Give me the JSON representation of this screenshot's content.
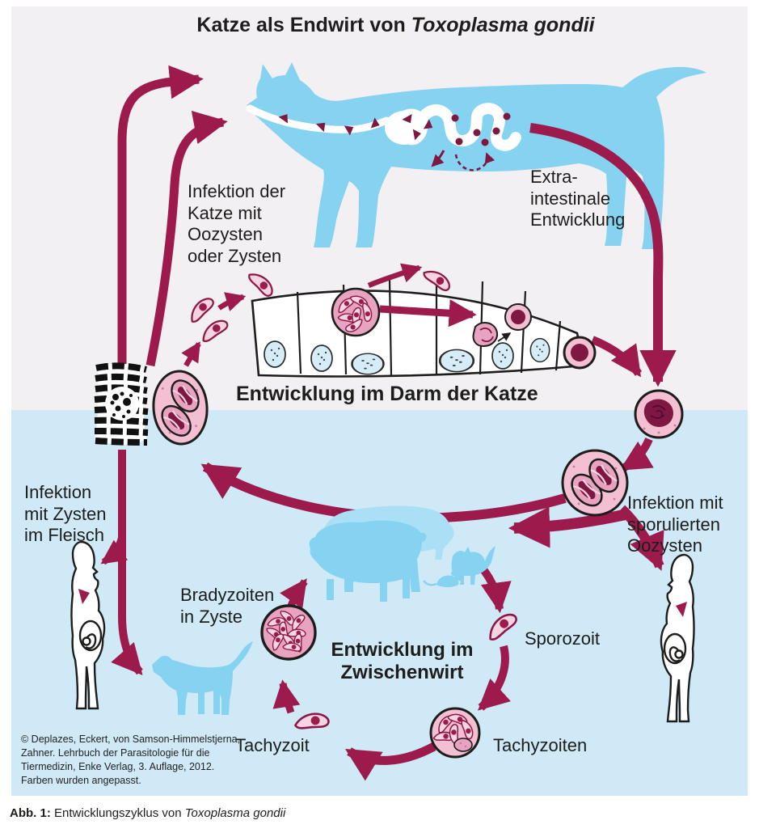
{
  "colors": {
    "arrow_maroon": "#9c1a4c",
    "dark_maroon": "#7e1742",
    "parasite_pink": "#f2c0d2",
    "parasite_pink_deep": "#e7a3bf",
    "host_blue": "#85d2f1",
    "host_blue_light": "#abdff5",
    "bg_top": "#f2f0f3",
    "bg_bottom": "#cfe9f6",
    "cell_nucleus_blue": "#d6edf8",
    "ink": "#1d1d1b"
  },
  "title": {
    "line1": "Katze als Endwirt von",
    "line2": "Toxoplasma gondii"
  },
  "labels": {
    "infektion_katze": [
      "Infektion der",
      "Katze mit",
      "Oozysten",
      "oder Zysten"
    ],
    "extra_intestinal": [
      "Extra-",
      "intestinale",
      "Entwicklung"
    ],
    "darm": "Entwicklung im Darm der Katze",
    "zysten_fleisch": [
      "Infektion",
      "mit Zysten",
      "im Fleisch"
    ],
    "sporulierte_oozysten": [
      "Infektion mit",
      "sporulierten",
      "Oozysten"
    ],
    "bradyzoiten": [
      "Bradyzoiten",
      "in Zyste"
    ],
    "zwischenwirt": [
      "Entwicklung im",
      "Zwischenwirt"
    ],
    "sporozoit": "Sporozoit",
    "tachyzoiten": "Tachyzoiten",
    "tachyzoit": "Tachyzoit"
  },
  "credit": [
    "© Deplazes, Eckert, von Samson-Himmelstjerna,",
    "Zahner. Lehrbuch der Parasitologie für die",
    "Tiermedizin, Enke Verlag, 3. Auflage, 2012.",
    "Farben wurden angepasst."
  ],
  "caption": {
    "prefix": "Abb. 1:",
    "body": "Entwicklungszyklus von",
    "species": "Toxoplasma gondii"
  }
}
